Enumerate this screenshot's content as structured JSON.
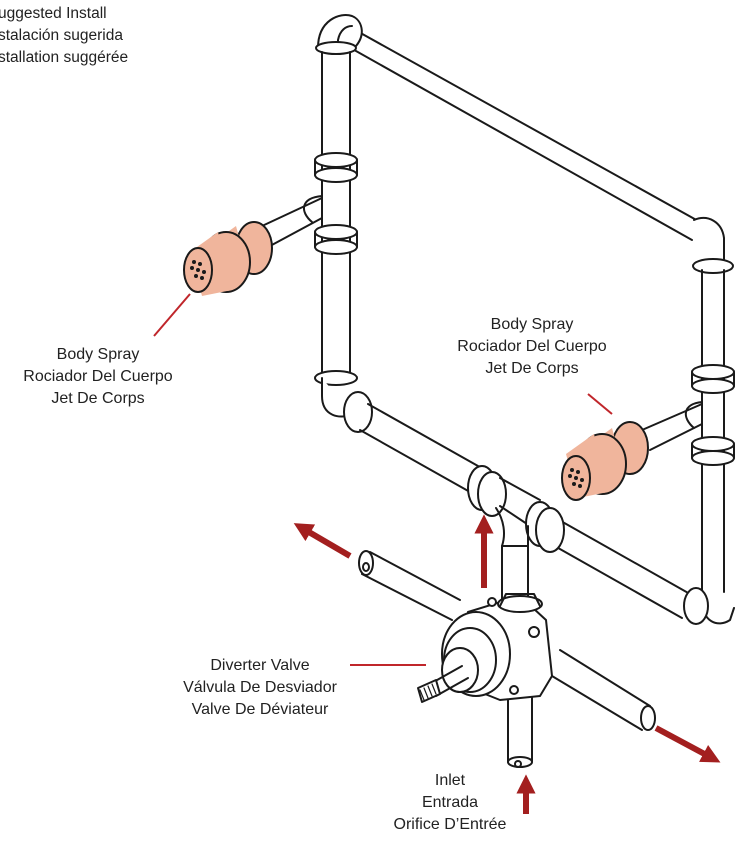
{
  "header": {
    "line1": "uggested Install",
    "line2": "stalación sugerida",
    "line3": "stallation suggérée"
  },
  "labels": {
    "body_spray_left": [
      "Body Spray",
      "Rociador Del Cuerpo",
      "Jet De Corps"
    ],
    "body_spray_right": [
      "Body Spray",
      "Rociador Del Cuerpo",
      "Jet De Corps"
    ],
    "diverter_valve": [
      "Diverter Valve",
      "Válvula De Desviador",
      "Valve De Déviateur"
    ],
    "inlet": [
      "Inlet",
      "Entrada",
      "Orifice D’Entrée"
    ]
  },
  "colors": {
    "arrow": "#a31f1f",
    "leader": "#c0262b",
    "spray_copper": "#f0b59c",
    "pipe_outline": "#1a1a1a"
  }
}
